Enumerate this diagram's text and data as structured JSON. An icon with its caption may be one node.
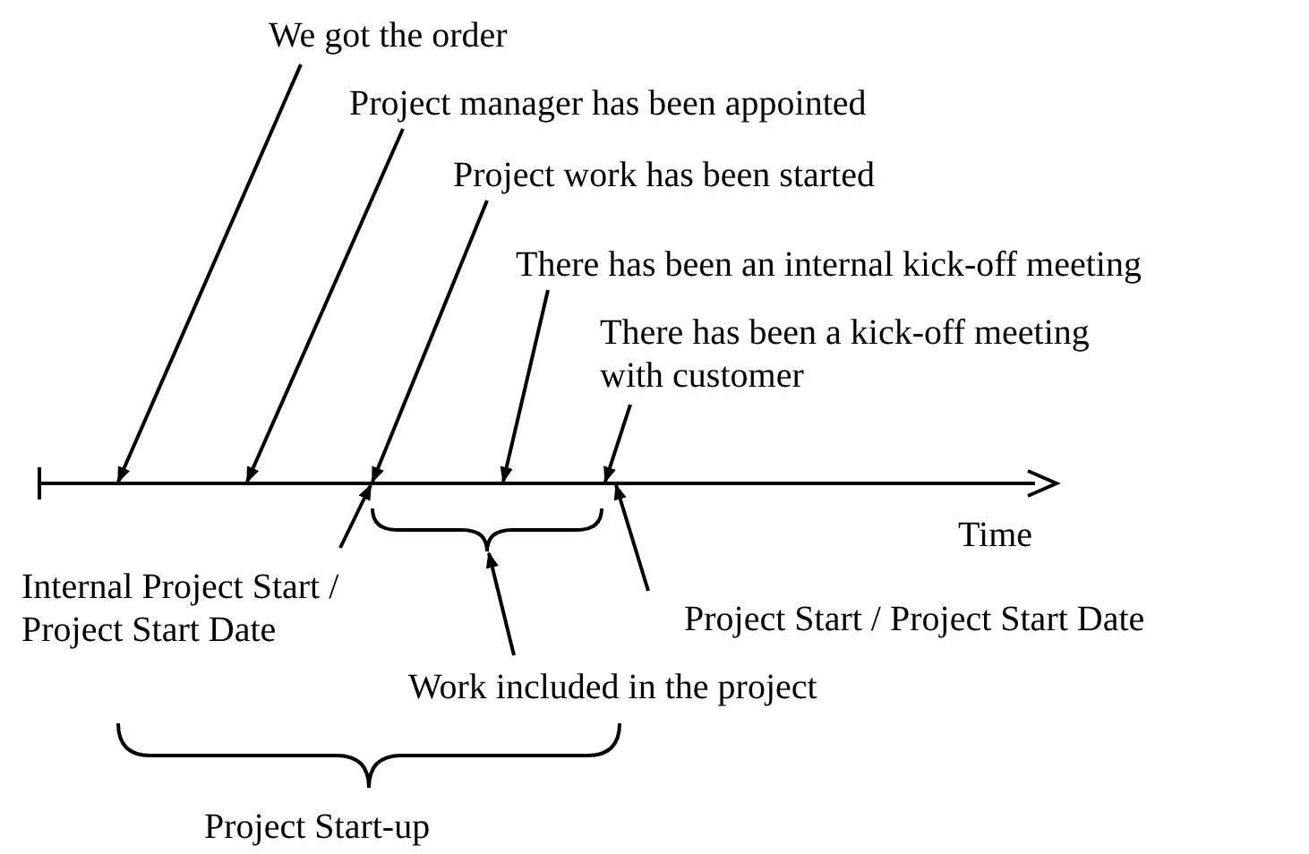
{
  "diagram": {
    "nodes": [
      {
        "text": [
          "We got the order"
        ]
      },
      {
        "text": [
          "Project manager has been appointed"
        ]
      },
      {
        "text": [
          "Project work has been started"
        ]
      },
      {
        "text": [
          "There has been an internal kick-off meeting"
        ]
      },
      {
        "text": [
          "There has been a kick-off meeting with customer"
        ]
      },
      {
        "text": [
          "Internal Project Start / Project Start Date"
        ]
      },
      {
        "text": [
          "Project Start / Project Start Date"
        ]
      },
      {
        "text": [
          "Work included in the project"
        ]
      },
      {
        "text": [],
        "shape": "bar"
      },
      {
        "text": [],
        "shape": "bracket"
      }
    ],
    "edges": [
      {
        "from": 0,
        "to": 8,
        "arrow": "to"
      },
      {
        "from": 1,
        "to": 8,
        "arrow": "to"
      },
      {
        "from": 2,
        "to": 8,
        "arrow": "to"
      },
      {
        "from": 3,
        "to": 8,
        "arrow": "to"
      },
      {
        "from": 4,
        "to": 8,
        "arrow": "to"
      },
      {
        "from": 5,
        "to": 8,
        "arrow": "to"
      },
      {
        "from": 6,
        "to": 8,
        "arrow": "to"
      },
      {
        "from": 7,
        "to": 9,
        "arrow": "to"
      }
    ],
    "labels": [
      "Time",
      "Project Start-up"
    ]
  }
}
